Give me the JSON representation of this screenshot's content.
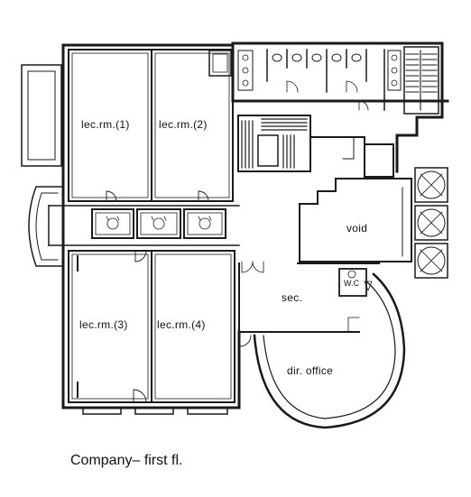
{
  "rooms": {
    "lec1": "lec.rm.(1)",
    "lec2": "lec.rm.(2)",
    "lec3": "lec.rm.(3)",
    "lec4": "lec.rm.(4)",
    "void": "void",
    "sec": "sec.",
    "wc": "W.C",
    "dir_office": "dir. office"
  },
  "caption": "Company– first fl."
}
